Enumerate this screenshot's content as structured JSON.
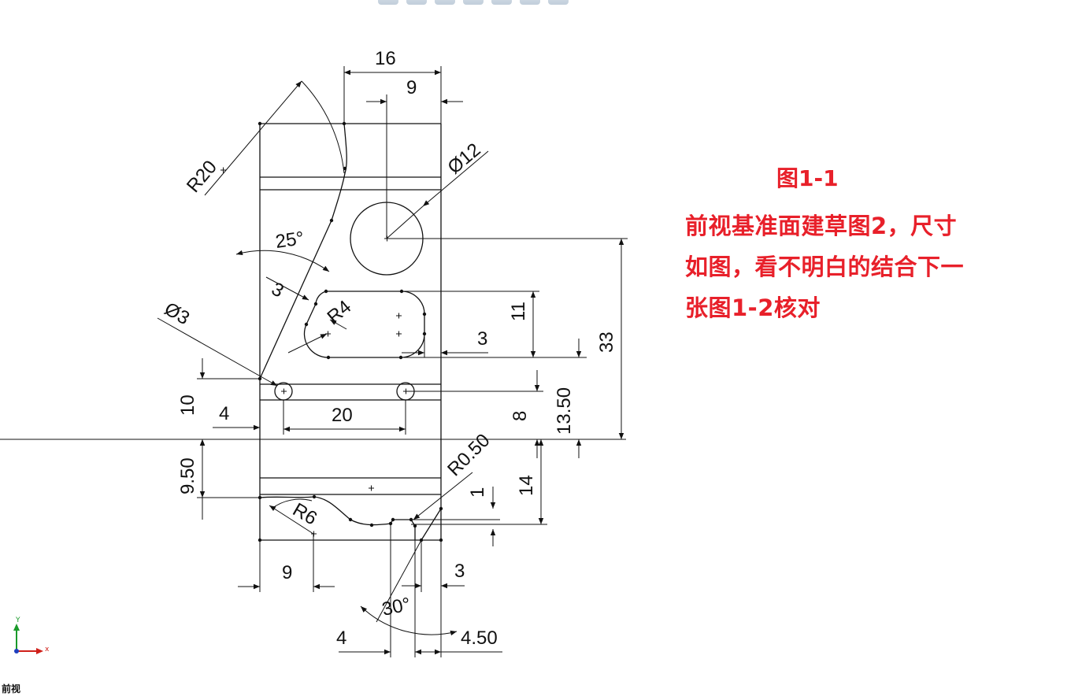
{
  "annotation": {
    "title": "图1-1",
    "lines": [
      "前视基准面建草图2，尺寸",
      "如图，看不明白的结合下一",
      "张图1-2核对"
    ],
    "color": "#e8202a"
  },
  "view_label": "前视",
  "triad": {
    "x": "x",
    "y": "Y"
  },
  "dimensions": {
    "d16": "16",
    "d9_top": "9",
    "dia12": "Ø12",
    "r20": "R20",
    "a25": "25°",
    "d3_slot": "3",
    "dia3": "Ø3",
    "r4": "R4",
    "d11": "11",
    "d3_right": "3",
    "d33": "33",
    "d10": "10",
    "d4_left": "4",
    "d20": "20",
    "d8": "8",
    "d13_50": "13.50",
    "d9_50": "9.50",
    "r0_50": "R0.50",
    "d14": "14",
    "d1": "1",
    "r6": "R6",
    "d9_bottom": "9",
    "d3_bottom": "3",
    "a30": "30°",
    "d4_bottom": "4",
    "d4_50": "4.50"
  },
  "icons": {
    "toolbar": [
      "view-orientation-icon",
      "zoom-icon",
      "display-style-icon",
      "section-view-icon",
      "hide-show-icon",
      "appearance-icon",
      "scene-icon"
    ],
    "triad": "coordinate-triad-icon"
  }
}
